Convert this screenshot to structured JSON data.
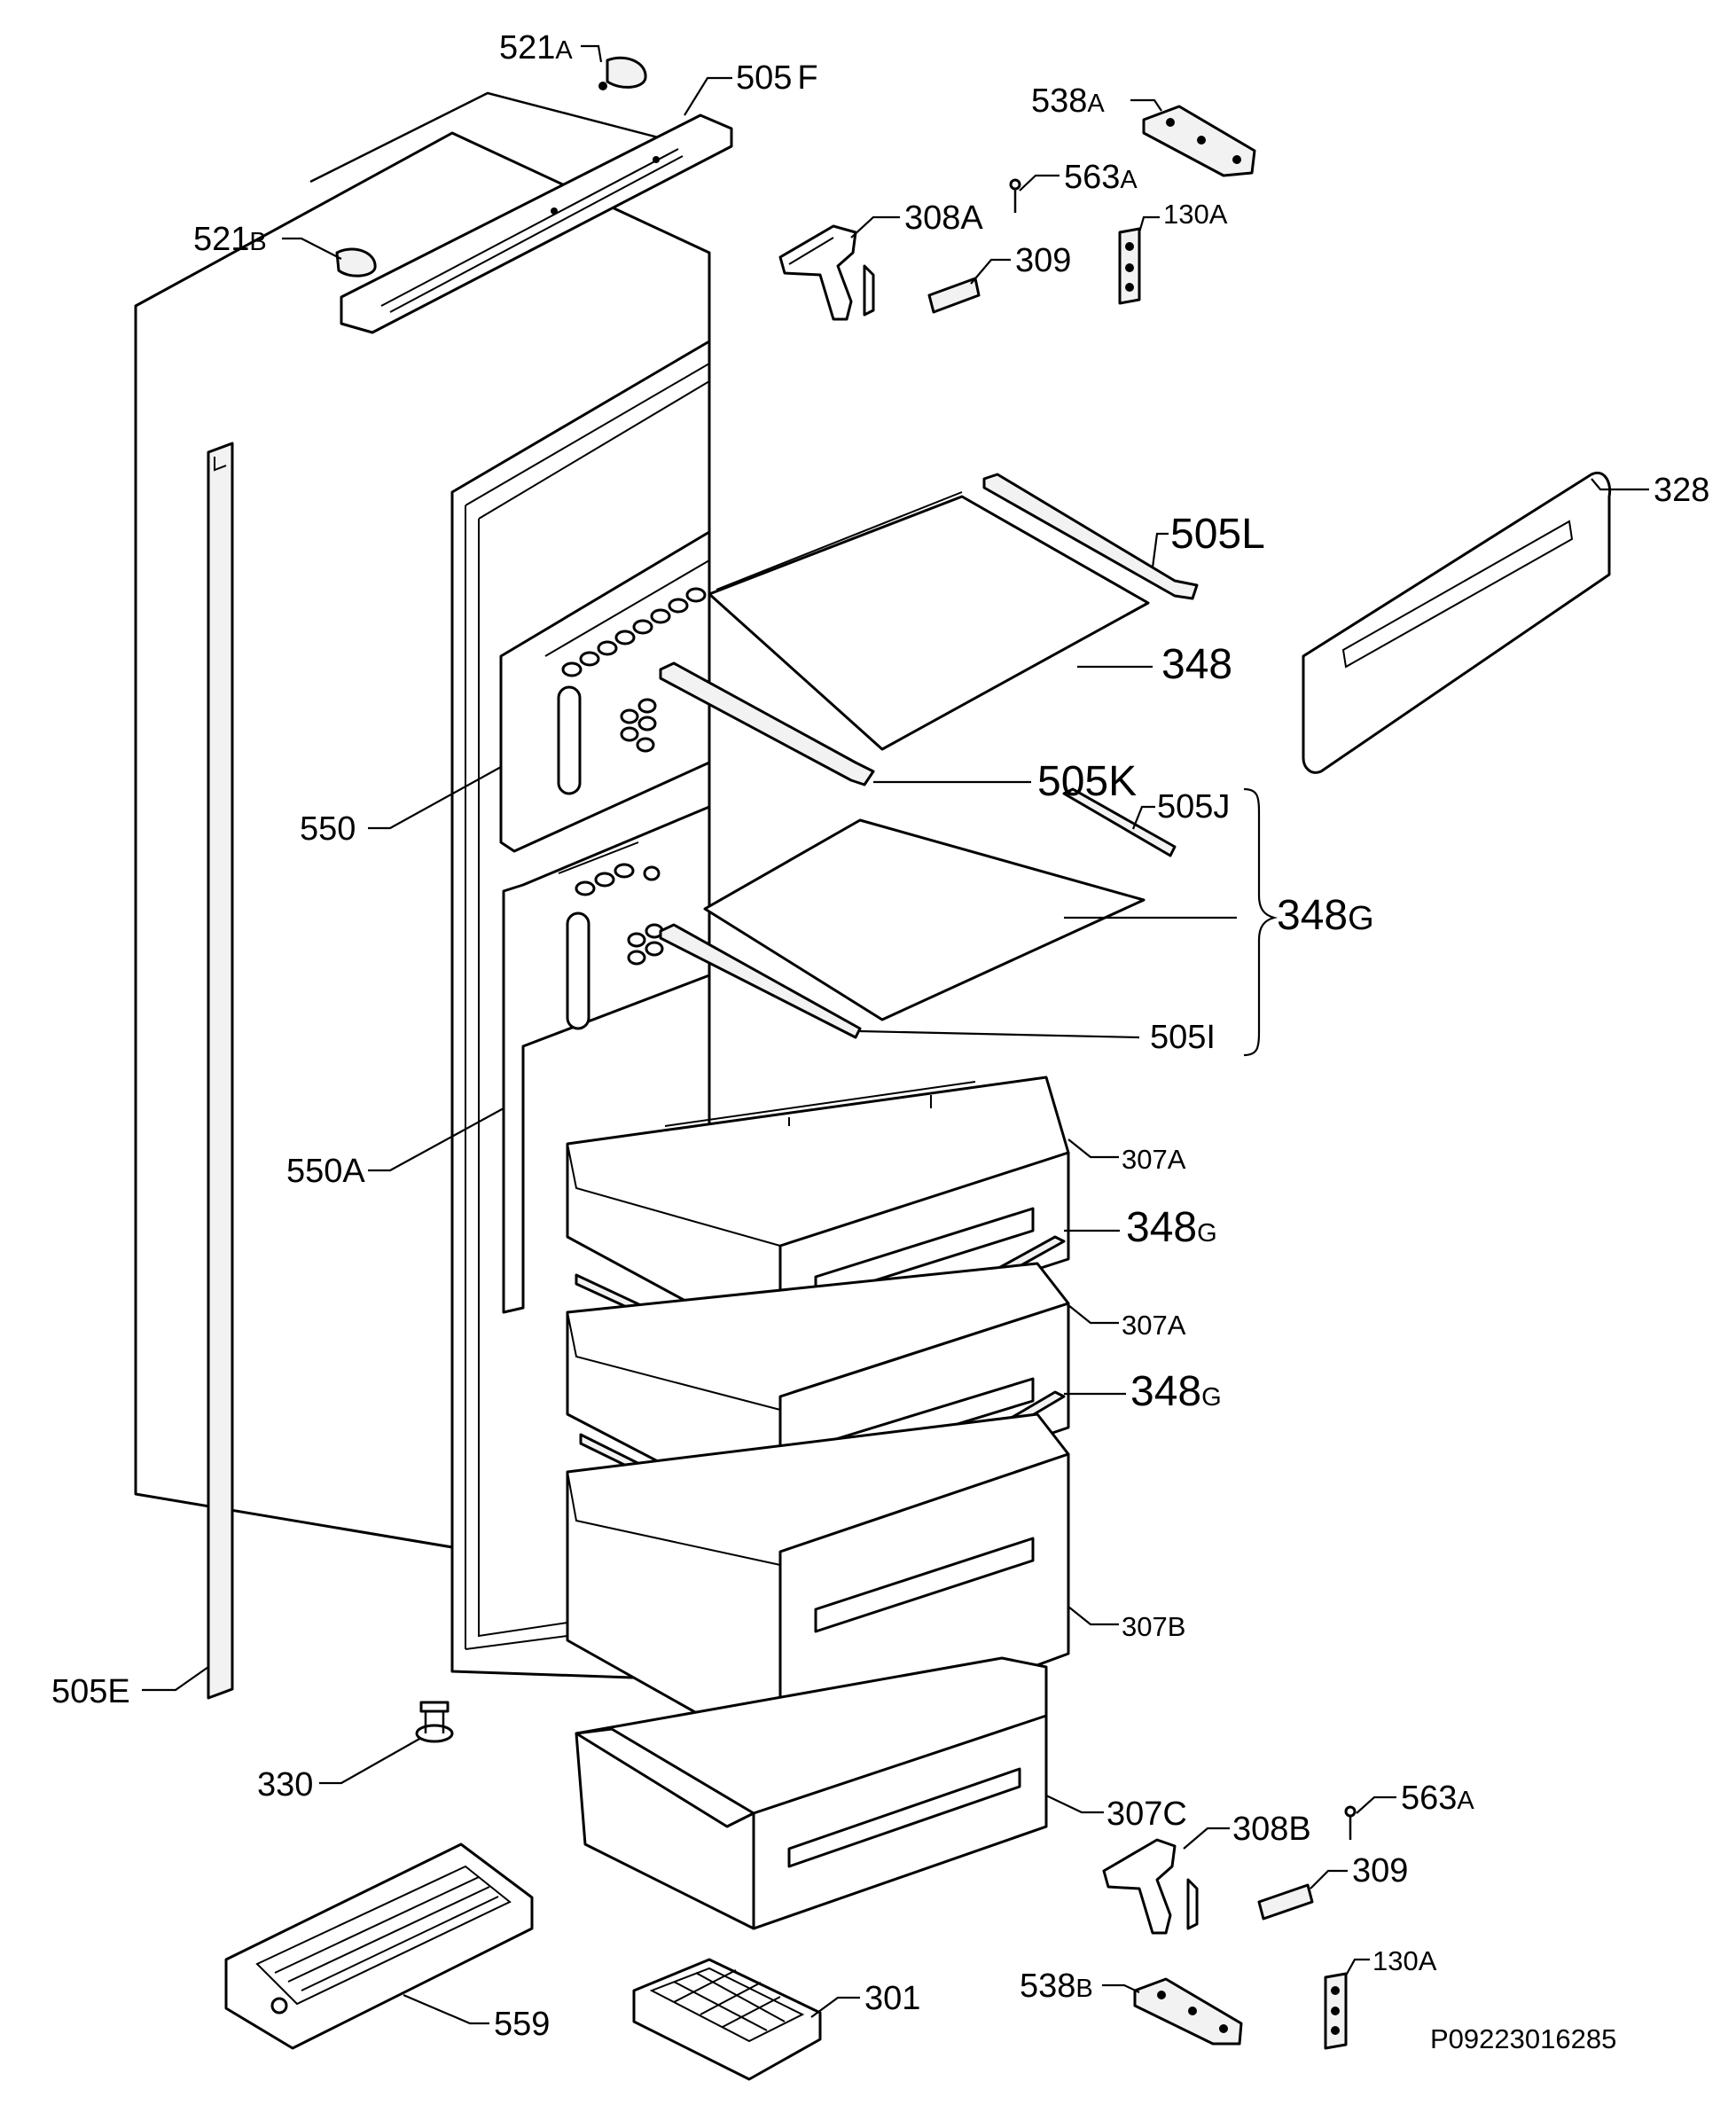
{
  "diagram_reference": "P09223016285",
  "callouts": [
    {
      "id": "521a",
      "num": "521",
      "suffix": "A"
    },
    {
      "id": "505f",
      "num": "505",
      "suffix": "F"
    },
    {
      "id": "538a",
      "num": "538",
      "suffix": "A"
    },
    {
      "id": "563a-top",
      "num": "563",
      "suffix": "A"
    },
    {
      "id": "130a-top",
      "num": "130A",
      "suffix": ""
    },
    {
      "id": "308a",
      "num": "308A",
      "suffix": ""
    },
    {
      "id": "309-top",
      "num": "309",
      "suffix": ""
    },
    {
      "id": "521b",
      "num": "521",
      "suffix": "B"
    },
    {
      "id": "328",
      "num": "328",
      "suffix": ""
    },
    {
      "id": "505l",
      "num": "505L",
      "suffix": ""
    },
    {
      "id": "348",
      "num": "348",
      "suffix": ""
    },
    {
      "id": "550",
      "num": "550",
      "suffix": ""
    },
    {
      "id": "505k",
      "num": "505K",
      "suffix": ""
    },
    {
      "id": "505j",
      "num": "505J",
      "suffix": ""
    },
    {
      "id": "348g-group",
      "num": "348",
      "suffix": "G"
    },
    {
      "id": "505i",
      "num": "505I",
      "suffix": ""
    },
    {
      "id": "307a-1",
      "num": "307A",
      "suffix": ""
    },
    {
      "id": "348g-1",
      "num": "348",
      "suffix": "G"
    },
    {
      "id": "550a",
      "num": "550A",
      "suffix": ""
    },
    {
      "id": "307a-2",
      "num": "307A",
      "suffix": ""
    },
    {
      "id": "348g-2",
      "num": "348",
      "suffix": "G"
    },
    {
      "id": "307b",
      "num": "307B",
      "suffix": ""
    },
    {
      "id": "505e",
      "num": "505E",
      "suffix": ""
    },
    {
      "id": "330",
      "num": "330",
      "suffix": ""
    },
    {
      "id": "307c",
      "num": "307C",
      "suffix": ""
    },
    {
      "id": "308b",
      "num": "308B",
      "suffix": ""
    },
    {
      "id": "563a-bottom",
      "num": "563",
      "suffix": "A"
    },
    {
      "id": "309-bottom",
      "num": "309",
      "suffix": ""
    },
    {
      "id": "130a-bottom",
      "num": "130A",
      "suffix": ""
    },
    {
      "id": "538b",
      "num": "538",
      "suffix": "B"
    },
    {
      "id": "301",
      "num": "301",
      "suffix": ""
    },
    {
      "id": "559",
      "num": "559",
      "suffix": ""
    }
  ]
}
